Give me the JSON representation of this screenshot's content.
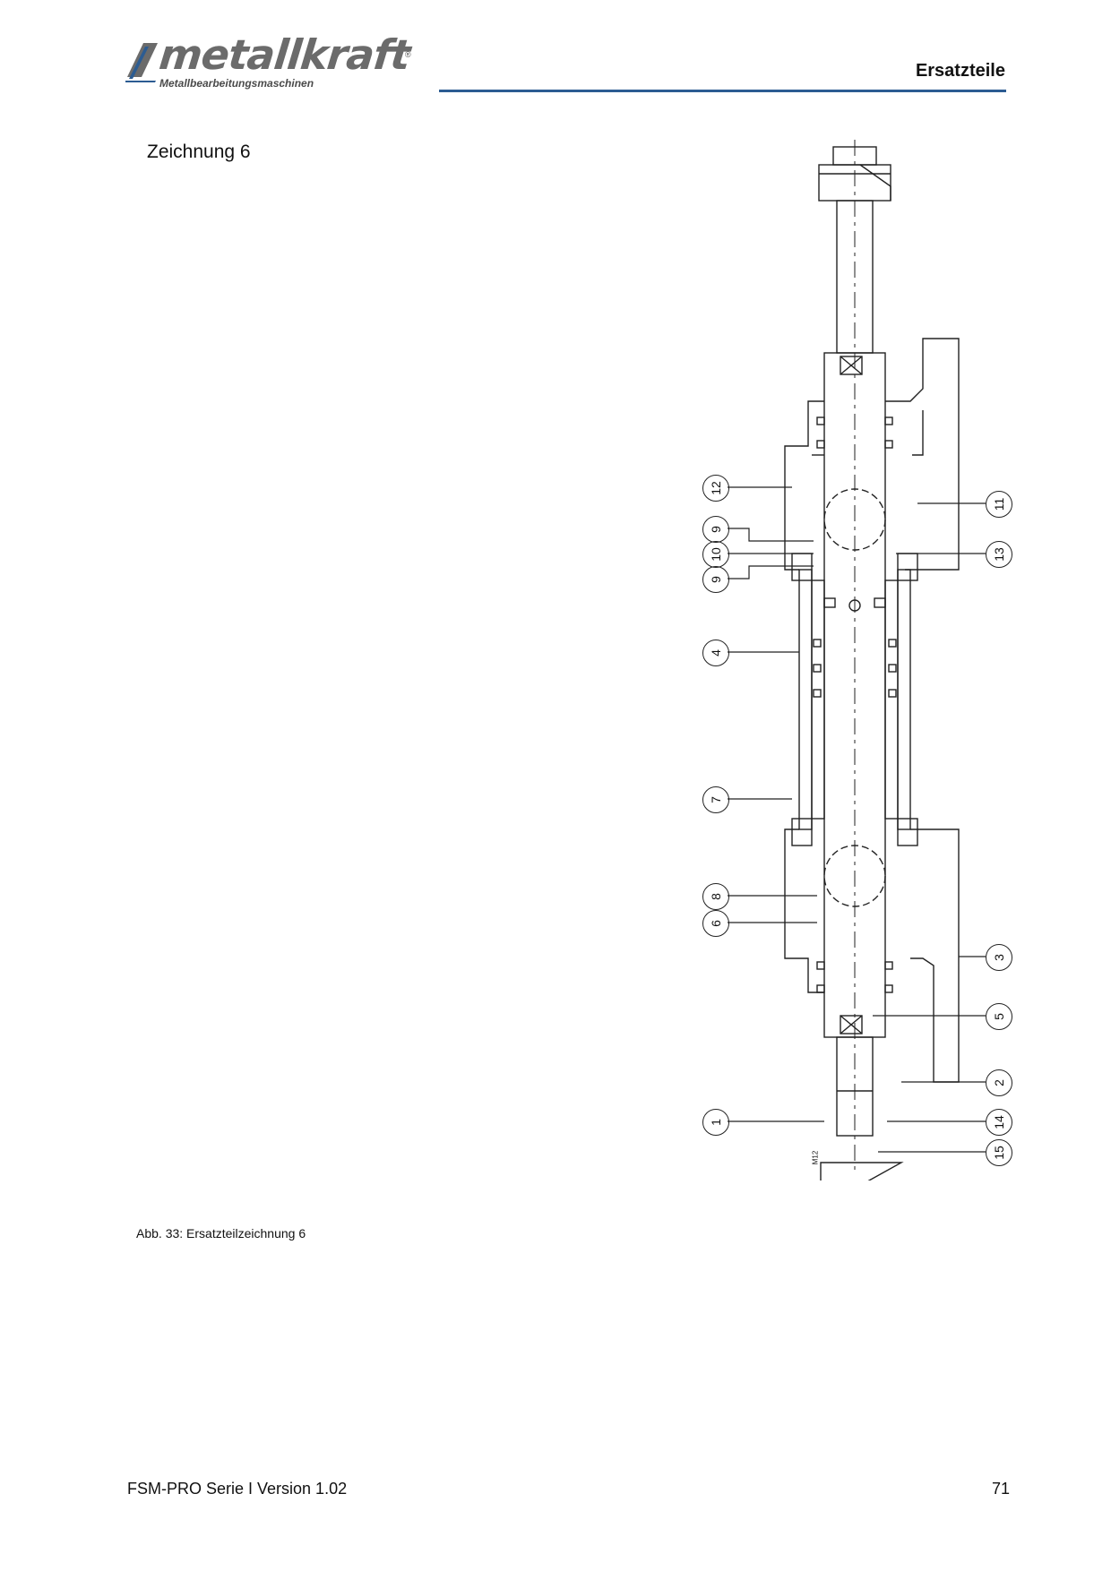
{
  "header": {
    "logo_word": "metallkraft",
    "logo_sub": "Metallbearbeitungsmaschinen",
    "logo_reg": "®",
    "title": "Ersatzteile"
  },
  "section_title": "Zeichnung 6",
  "drawing": {
    "callouts_left": [
      "12",
      "9",
      "10",
      "9",
      "4",
      "7",
      "8",
      "6",
      "1"
    ],
    "callouts_right": [
      "11",
      "13",
      "3",
      "5",
      "2",
      "14",
      "15"
    ],
    "small_label": "M12"
  },
  "caption": "Abb. 33: Ersatzteilzeichnung 6",
  "footer": {
    "left": "FSM-PRO Serie I Version 1.02",
    "page": "71"
  }
}
